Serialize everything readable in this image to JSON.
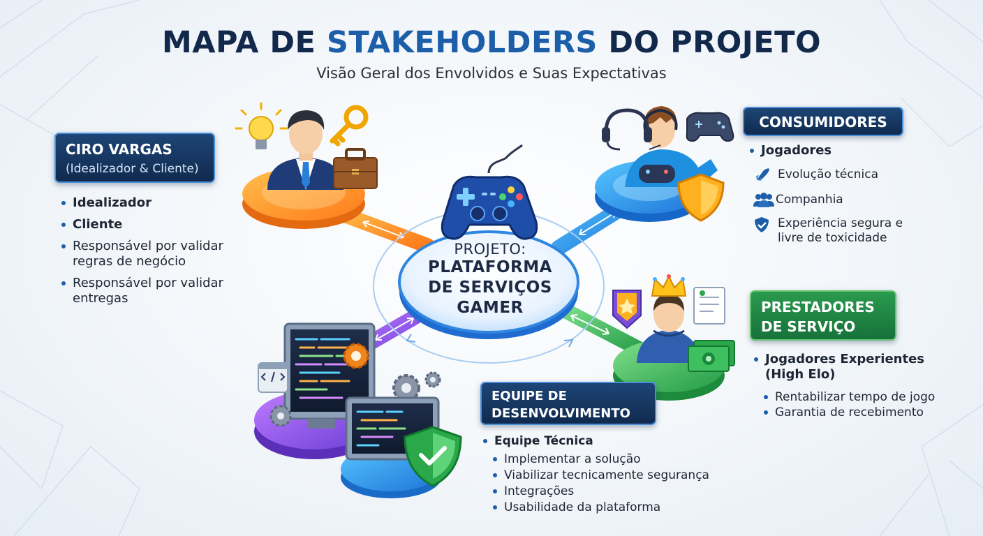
{
  "header": {
    "title_a": "MAPA DE",
    "title_hl": "STAKEHOLDERS",
    "title_b": "DO PROJETO",
    "subtitle": "Visão Geral dos Envolvidos e Suas Expectativas"
  },
  "center": {
    "line1": "PROJETO:",
    "line2": "PLATAFORMA",
    "line3": "DE SERVIÇOS",
    "line4": "GAMER"
  },
  "ciro": {
    "title": "CIRO VARGAS",
    "subtitle": "(Idealizador & Cliente)",
    "items": [
      "Idealizador",
      "Cliente",
      "Responsável por validar regras de negócio",
      "Responsável por validar entregas"
    ]
  },
  "consumidores": {
    "title": "CONSUMIDORES",
    "group": "Jogadores",
    "items": [
      {
        "icon": "rocket-icon",
        "text": "Evolução técnica"
      },
      {
        "icon": "people-icon",
        "text": "Companhia"
      },
      {
        "icon": "shield-check-icon",
        "text": "Experiência segura e livre de toxicidade"
      }
    ]
  },
  "prestadores": {
    "title_1": "PRESTADORES",
    "title_2": "DE SERVIÇO",
    "group": "Jogadores Experientes (High Elo)",
    "items": [
      "Rentabilizar tempo de jogo",
      "Garantia de recebimento"
    ]
  },
  "equipe": {
    "title_1": "EQUIPE DE",
    "title_2": "DESENVOLVIMENTO",
    "group": "Equipe Técnica",
    "items": [
      "Implementar a solução",
      "Viabilizar tecnicamente segurança",
      "Integrações",
      "Usabilidade da plataforma"
    ]
  },
  "colors": {
    "title": "#13294b",
    "title_highlight": "#1c5fa8",
    "orange": "#f39a2e",
    "blue": "#2f9ae6",
    "purple": "#9b4fd6",
    "green": "#3fb85a"
  }
}
